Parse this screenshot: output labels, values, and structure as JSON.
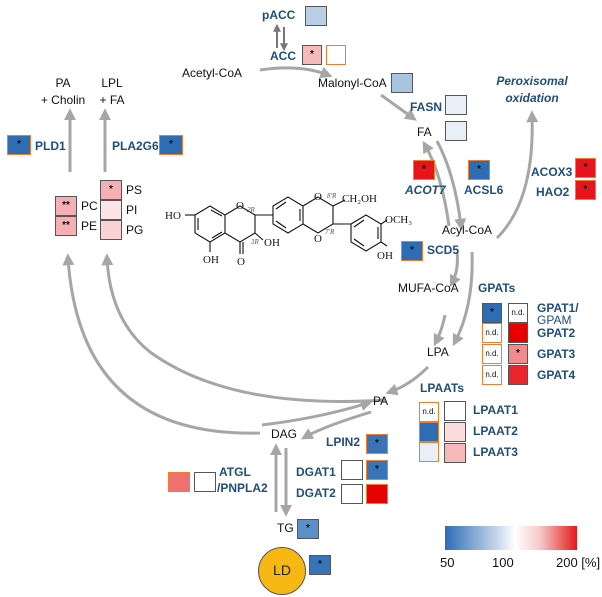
{
  "metabolites": {
    "acetyl_coa": "Acetyl-CoA",
    "malonyl_coa": "Malonyl-CoA",
    "fa": "FA",
    "acyl_coa": "Acyl-CoA",
    "mufa_coa": "MUFA-CoA",
    "lpa": "LPA",
    "pa": "PA",
    "dag": "DAG",
    "tg": "TG",
    "ld": "LD",
    "pa_cholin_1": "PA",
    "pa_cholin_2": "+ Cholin",
    "lpl_fa_1": "LPL",
    "lpl_fa_2": "+ FA",
    "pc": "PC",
    "pe": "PE",
    "ps": "PS",
    "pi": "PI",
    "pg": "PG",
    "peroxisomal_1": "Peroxisomal",
    "peroxisomal_2": "oxidation"
  },
  "genes": {
    "pacc": "pACC",
    "acc": "ACC",
    "fasn": "FASN",
    "acot7": "ACOT7",
    "acsl6": "ACSL6",
    "acox3": "ACOX3",
    "hao2": "HAO2",
    "scd5": "SCD5",
    "gpats": "GPATs",
    "gpat1": "GPAT1/",
    "gpam": "GPAM",
    "gpat2": "GPAT2",
    "gpat3": "GPAT3",
    "gpat4": "GPAT4",
    "lpaats": "LPAATs",
    "lpaat1": "LPAAT1",
    "lpaat2": "LPAAT2",
    "lpaat3": "LPAAT3",
    "lpin2": "LPIN2",
    "dgat1": "DGAT1",
    "dgat2": "DGAT2",
    "atgl": "ATGL",
    "pnpla2": "/PNPLA2",
    "pld1": "PLD1",
    "pla2g6": "PLA2G6"
  },
  "cells": {
    "pacc": {
      "color": "#b9cfe6",
      "mark": ""
    },
    "acc_1": {
      "color": "#f6b9bc",
      "mark": "*"
    },
    "acc_2": {
      "color": "#ffffff",
      "mark": ""
    },
    "malonyl": {
      "color": "#a9c4e2",
      "mark": ""
    },
    "fasn": {
      "color": "#e9eff7",
      "mark": ""
    },
    "fa": {
      "color": "#e9eff7",
      "mark": ""
    },
    "acot7": {
      "color": "#e8141b",
      "mark": "*"
    },
    "acsl6": {
      "color": "#2e6db4",
      "mark": "*"
    },
    "acox3": {
      "color": "#e8141b",
      "mark": "*"
    },
    "hao2": {
      "color": "#e8141b",
      "mark": "*"
    },
    "scd5": {
      "color": "#2e6db4",
      "mark": "*"
    },
    "gpat1_a": {
      "color": "#2e6db4",
      "mark": "*"
    },
    "gpat1_b": {
      "color": "#ffffff",
      "mark": "n.d."
    },
    "gpat2_a": {
      "color": "#ffffff",
      "mark": "n.d."
    },
    "gpat2_b": {
      "color": "#e60000",
      "mark": ""
    },
    "gpat3_a": {
      "color": "#ffffff",
      "mark": "n.d."
    },
    "gpat3_b": {
      "color": "#f08a8e",
      "mark": "*"
    },
    "gpat4_a": {
      "color": "#ffffff",
      "mark": "n.d."
    },
    "gpat4_b": {
      "color": "#e8262c",
      "mark": ""
    },
    "lpaat1_a": {
      "color": "#ffffff",
      "mark": "n.d."
    },
    "lpaat1_b": {
      "color": "#ffffff",
      "mark": ""
    },
    "lpaat2_a": {
      "color": "#2e6db4",
      "mark": ""
    },
    "lpaat2_b": {
      "color": "#fbdcdd",
      "mark": ""
    },
    "lpaat3_a": {
      "color": "#e9eff7",
      "mark": ""
    },
    "lpaat3_b": {
      "color": "#f6b9bc",
      "mark": ""
    },
    "lpin2": {
      "color": "#3a74b8",
      "mark": "*"
    },
    "dgat1_a": {
      "color": "#ffffff",
      "mark": ""
    },
    "dgat1_b": {
      "color": "#3a74b8",
      "mark": "*"
    },
    "dgat2_a": {
      "color": "#ffffff",
      "mark": ""
    },
    "dgat2_b": {
      "color": "#e60000",
      "mark": ""
    },
    "atgl_a": {
      "color": "#f07070",
      "mark": ""
    },
    "atgl_b": {
      "color": "#ffffff",
      "mark": ""
    },
    "tg": {
      "color": "#5b8fc9",
      "mark": "*"
    },
    "ld": {
      "color": "#3a74b8",
      "mark": "*"
    },
    "pld1": {
      "color": "#2e6db4",
      "mark": "*"
    },
    "pla2g6": {
      "color": "#2e6db4",
      "mark": "*"
    },
    "pc": {
      "color": "#f6b0b3",
      "mark": "**"
    },
    "pe": {
      "color": "#f6b0b3",
      "mark": "**"
    },
    "ps": {
      "color": "#f6b0b3",
      "mark": "*"
    },
    "pi": {
      "color": "#fde4e5",
      "mark": ""
    },
    "pg": {
      "color": "#fbd3d4",
      "mark": ""
    }
  },
  "molecule": {
    "ho_left": "HO",
    "oh_bottom": "OH",
    "o_keto": "O",
    "oh_3r": "OH",
    "ch2oh": "CH₂OH",
    "och3": "OCH₃",
    "oh_right": "OH",
    "o1": "O",
    "o2": "O",
    "o3": "O",
    "s2r": "2R",
    "s3r": "3R",
    "s8r": "8′R",
    "s7r": "7′R"
  },
  "legend": {
    "min_label": "50",
    "mid_label": "100",
    "max_label": "200 [%]",
    "scale_min": 50,
    "scale_mid": 100,
    "scale_max": 200,
    "color_low": "#2e6db4",
    "color_mid": "#ffffff",
    "color_high": "#e31a1c"
  }
}
